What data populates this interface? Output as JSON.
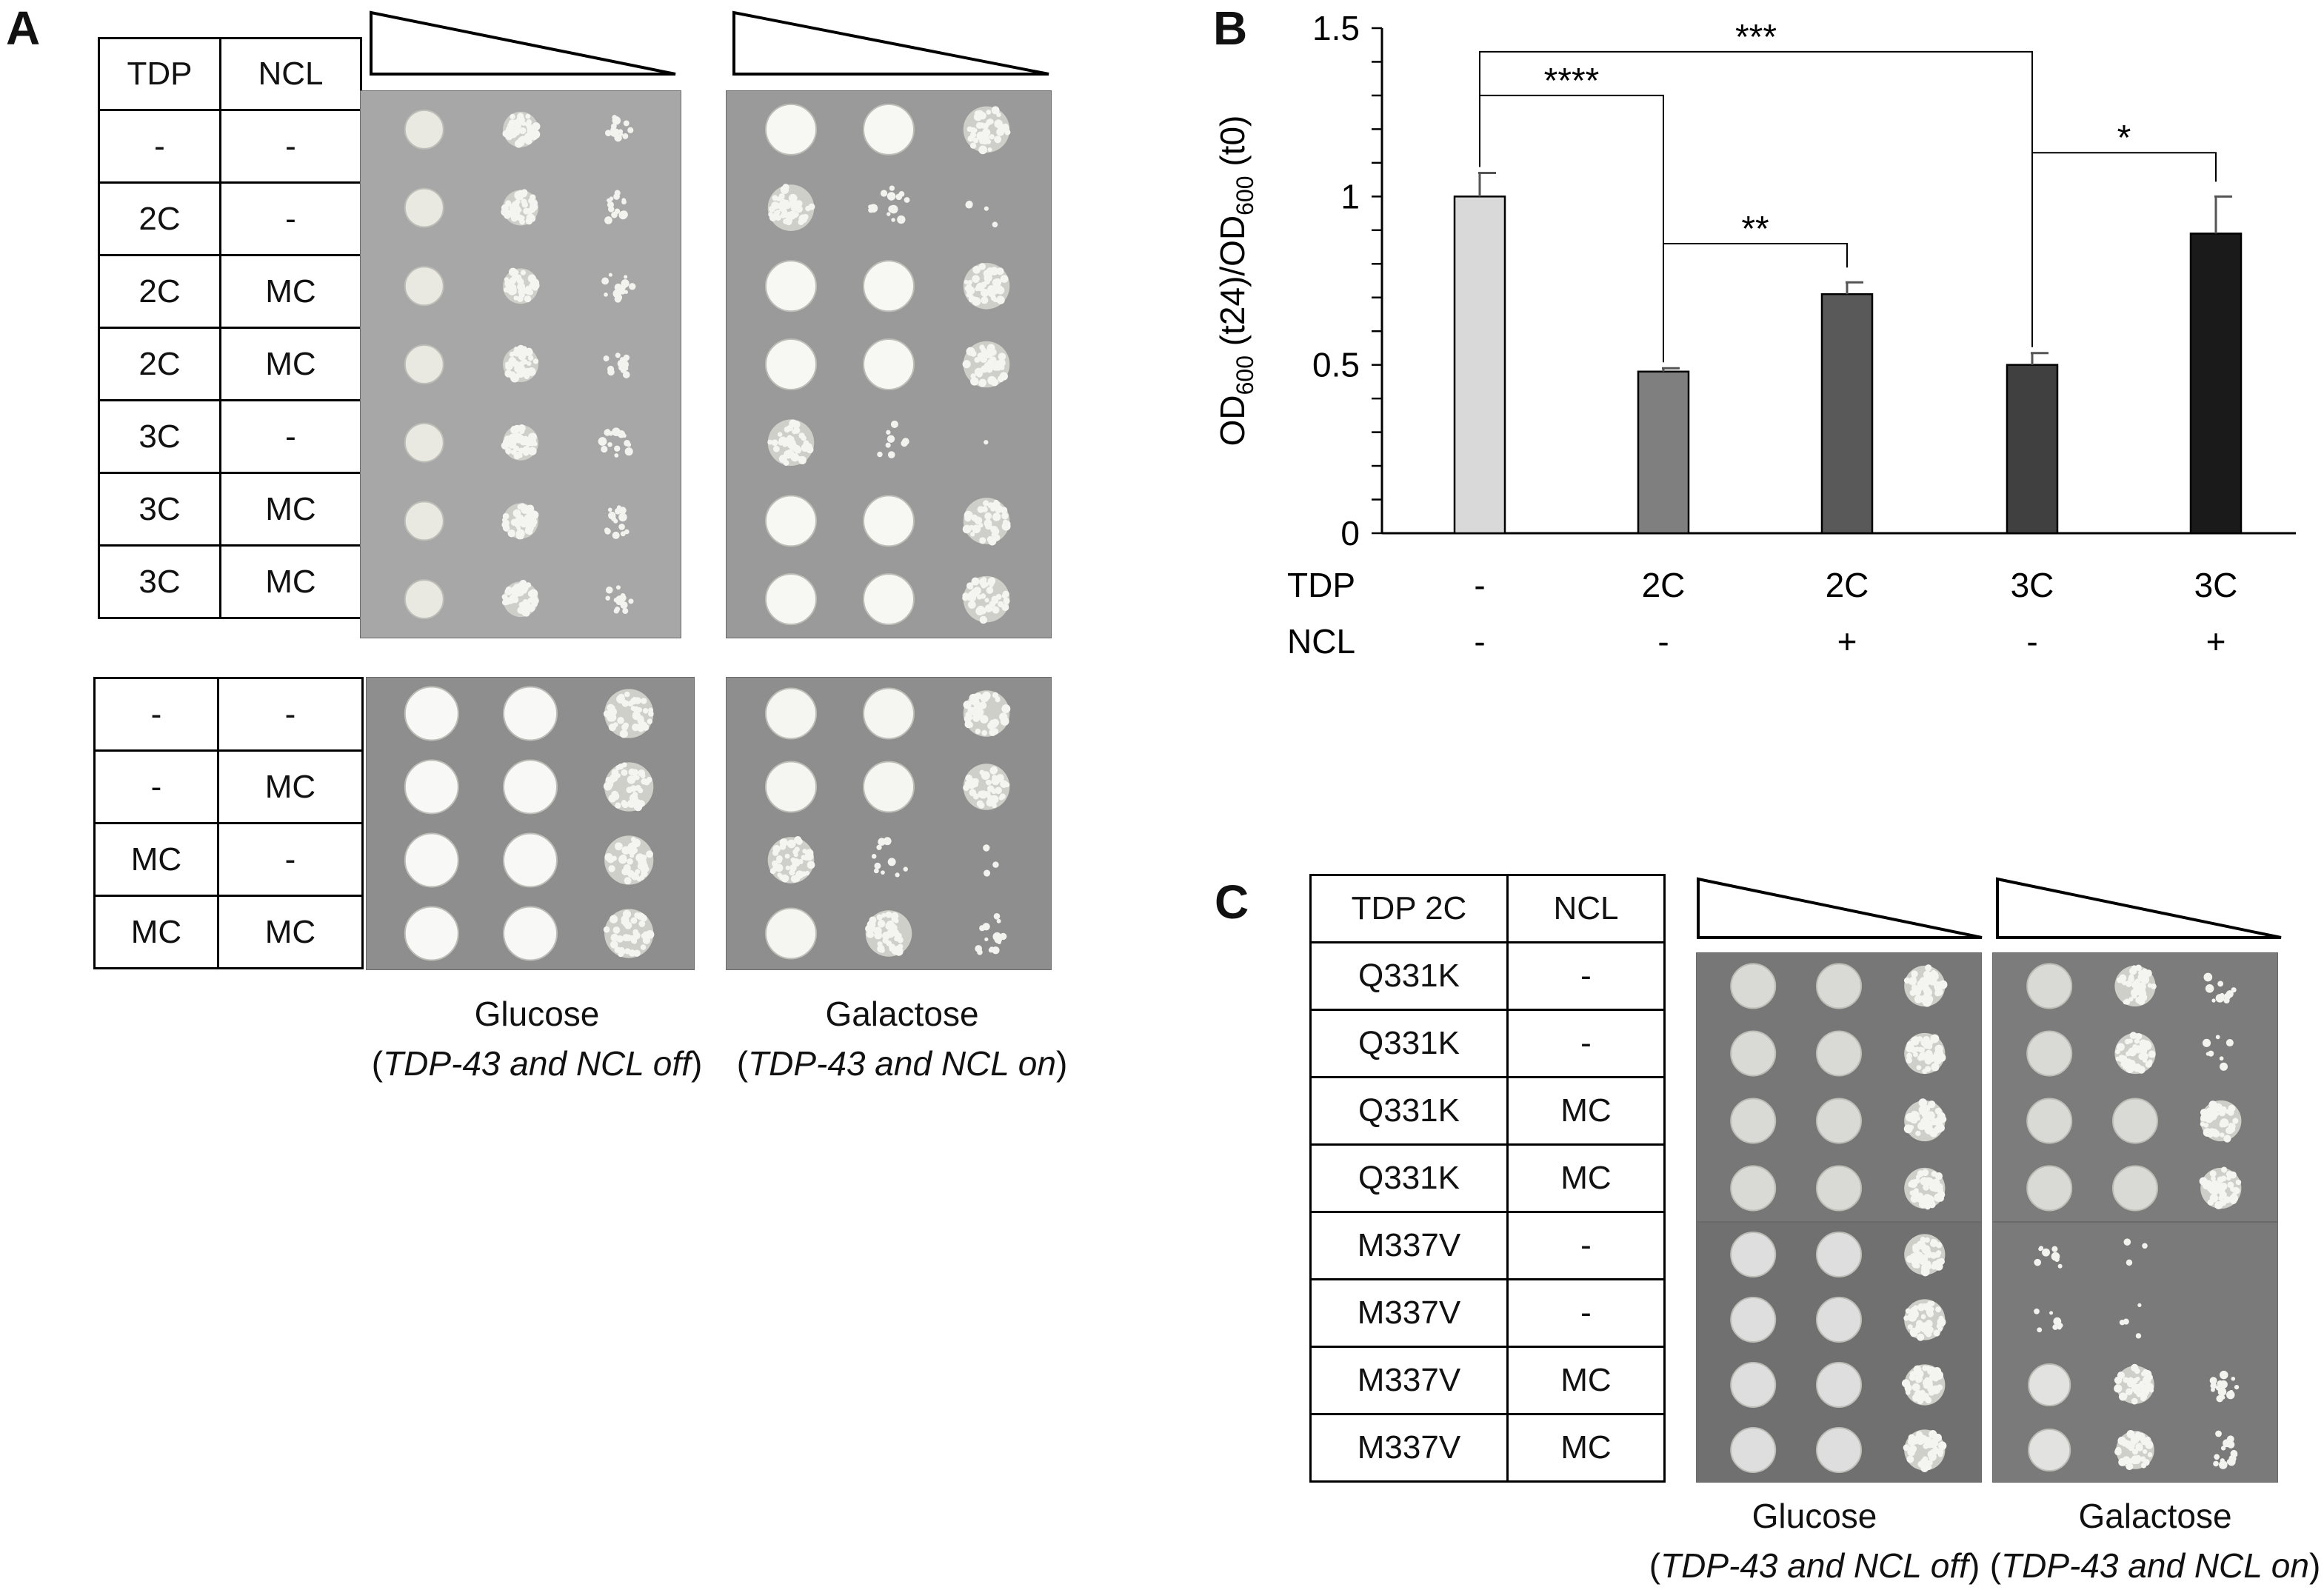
{
  "panel_labels": {
    "a": "A",
    "b": "B",
    "c": "C"
  },
  "panel_a": {
    "top_table": {
      "headers": [
        "TDP",
        "NCL"
      ],
      "rows": [
        [
          "-",
          "-"
        ],
        [
          "2C",
          "-"
        ],
        [
          "2C",
          "MC"
        ],
        [
          "2C",
          "MC"
        ],
        [
          "3C",
          "-"
        ],
        [
          "3C",
          "MC"
        ],
        [
          "3C",
          "MC"
        ]
      ]
    },
    "bottom_table": {
      "rows": [
        [
          "-",
          "-"
        ],
        [
          "-",
          "MC"
        ],
        [
          "MC",
          "-"
        ],
        [
          "MC",
          "MC"
        ]
      ]
    },
    "caption_glucose": {
      "medium": "Glucose",
      "open": "(",
      "condition": "TDP-43 and NCL off",
      "close": ")"
    },
    "caption_galactose": {
      "medium": "Galactose",
      "open": "(",
      "condition": "TDP-43 and NCL on",
      "close": ")"
    }
  },
  "panel_c": {
    "table": {
      "headers": [
        "TDP 2C",
        "NCL"
      ],
      "rows": [
        [
          "Q331K",
          "-"
        ],
        [
          "Q331K",
          "-"
        ],
        [
          "Q331K",
          "MC"
        ],
        [
          "Q331K",
          "MC"
        ],
        [
          "M337V",
          "-"
        ],
        [
          "M337V",
          "-"
        ],
        [
          "M337V",
          "MC"
        ],
        [
          "M337V",
          "MC"
        ]
      ]
    },
    "caption_glucose": {
      "medium": "Glucose",
      "open": "(",
      "condition": "TDP-43 and NCL off",
      "close": ")"
    },
    "caption_galactose": {
      "medium": "Galactose",
      "open": "(",
      "condition": "TDP-43 and NCL on",
      "close": ")"
    }
  },
  "chart_data": {
    "type": "bar",
    "title": "",
    "ylabel_parts": [
      "OD",
      "600",
      " (t24)/OD",
      "600",
      " (t0)"
    ],
    "ylim": [
      0,
      1.5
    ],
    "yticks": [
      "0",
      "0.5",
      "1",
      "1.5"
    ],
    "ytick_values": [
      0,
      0.5,
      1,
      1.5
    ],
    "row_labels": [
      "TDP",
      "NCL"
    ],
    "categories": [
      {
        "tdp": "-",
        "ncl": "-"
      },
      {
        "tdp": "2C",
        "ncl": "-"
      },
      {
        "tdp": "2C",
        "ncl": "+"
      },
      {
        "tdp": "3C",
        "ncl": "-"
      },
      {
        "tdp": "3C",
        "ncl": "+"
      }
    ],
    "values": [
      1.0,
      0.48,
      0.71,
      0.5,
      0.89
    ],
    "errors": [
      0.07,
      0.01,
      0.035,
      0.035,
      0.11
    ],
    "bar_colors": [
      "#d9d9d9",
      "#7f7f7f",
      "#595959",
      "#404040",
      "#1a1a1a"
    ],
    "significance": [
      {
        "from": 0,
        "to": 1,
        "label": "****"
      },
      {
        "from": 0,
        "to": 3,
        "label": "***"
      },
      {
        "from": 1,
        "to": 2,
        "label": "**"
      },
      {
        "from": 3,
        "to": 4,
        "label": "*"
      }
    ],
    "grid": false
  }
}
